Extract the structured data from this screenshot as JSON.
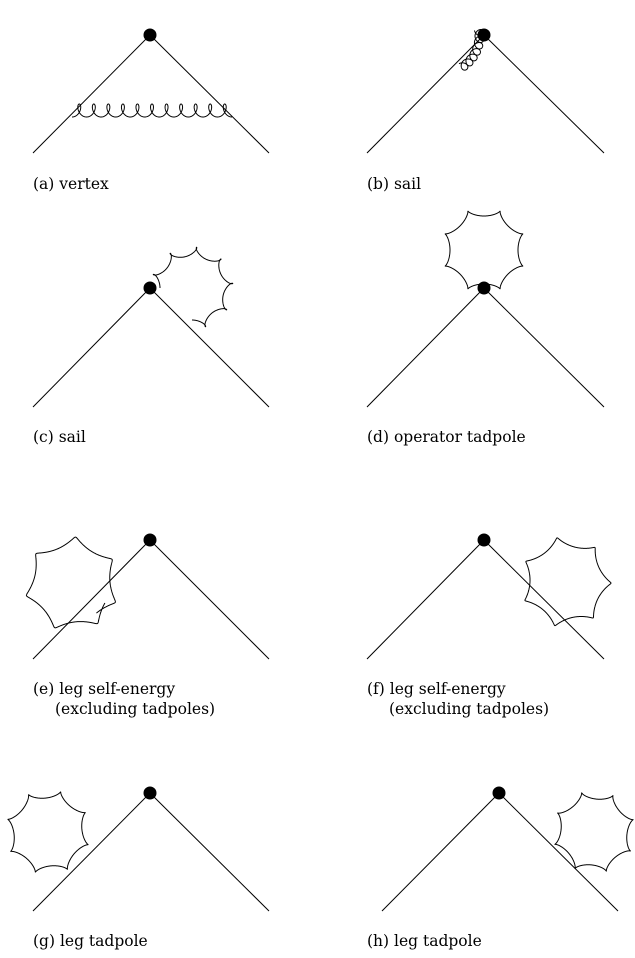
{
  "captions": {
    "a": "(a) vertex",
    "b": "(b) sail",
    "c": "(c) sail",
    "d": "(d) operator tadpole",
    "e_line1": "(e) leg self-energy",
    "e_line2": "(excluding tadpoles)",
    "f_line1": "(f) leg self-energy",
    "f_line2": "(excluding tadpoles)",
    "g": "(g) leg tadpole",
    "h": "(h) leg tadpole"
  }
}
